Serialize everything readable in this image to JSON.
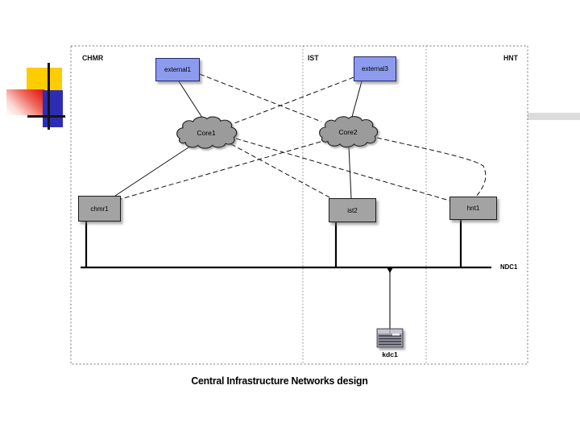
{
  "slide": {
    "title": "Central Infrastructure Networks design",
    "sections": [
      {
        "label": "CHMR"
      },
      {
        "label": "IST"
      },
      {
        "label": "HNT"
      }
    ],
    "bus_label": "NDC1",
    "nodes": {
      "external1": {
        "label": "external1",
        "type": "external-router-box",
        "zone": "CHMR"
      },
      "external3": {
        "label": "external3",
        "type": "external-router-box",
        "zone": "IST"
      },
      "core1": {
        "label": "Core1",
        "type": "network-cloud",
        "zone": "CHMR"
      },
      "core2": {
        "label": "Core2",
        "type": "network-cloud",
        "zone": "IST"
      },
      "chmr1": {
        "label": "chmr1",
        "type": "switch-box",
        "zone": "CHMR"
      },
      "ist2": {
        "label": "ist2",
        "type": "switch-box",
        "zone": "IST"
      },
      "hnt1": {
        "label": "hnt1",
        "type": "switch-box",
        "zone": "HNT"
      },
      "kdc1": {
        "label": "kdc1",
        "type": "device-image",
        "zone": "NDC1"
      }
    },
    "links": [
      {
        "from": "external1",
        "to": "Core1",
        "style": "solid"
      },
      {
        "from": "external1",
        "to": "Core2",
        "style": "dashed"
      },
      {
        "from": "external3",
        "to": "Core2",
        "style": "solid"
      },
      {
        "from": "external3",
        "to": "Core1",
        "style": "dashed"
      },
      {
        "from": "Core1",
        "to": "chmr1",
        "style": "solid"
      },
      {
        "from": "Core1",
        "to": "ist2",
        "style": "dashed"
      },
      {
        "from": "Core1",
        "to": "hnt1",
        "style": "dashed"
      },
      {
        "from": "Core2",
        "to": "chmr1",
        "style": "dashed"
      },
      {
        "from": "Core2",
        "to": "ist2",
        "style": "solid"
      },
      {
        "from": "Core2",
        "to": "hnt1",
        "style": "dashed-curve"
      },
      {
        "from": "chmr1",
        "to": "NDC1-bus",
        "style": "thick-solid"
      },
      {
        "from": "ist2",
        "to": "NDC1-bus",
        "style": "thick-solid"
      },
      {
        "from": "hnt1",
        "to": "NDC1-bus",
        "style": "thick-solid"
      },
      {
        "from": "NDC1-bus",
        "to": "kdc1",
        "style": "thin-solid-arrow"
      }
    ],
    "colors": {
      "external_box_fill": "#8d9bee",
      "switch_box_fill": "#a3a3a3",
      "cloud_fill": "#9b9b9b",
      "decor_yellow": "#ffcc00",
      "decor_blue": "#2d2db4",
      "decor_red": "#e41f14"
    }
  }
}
